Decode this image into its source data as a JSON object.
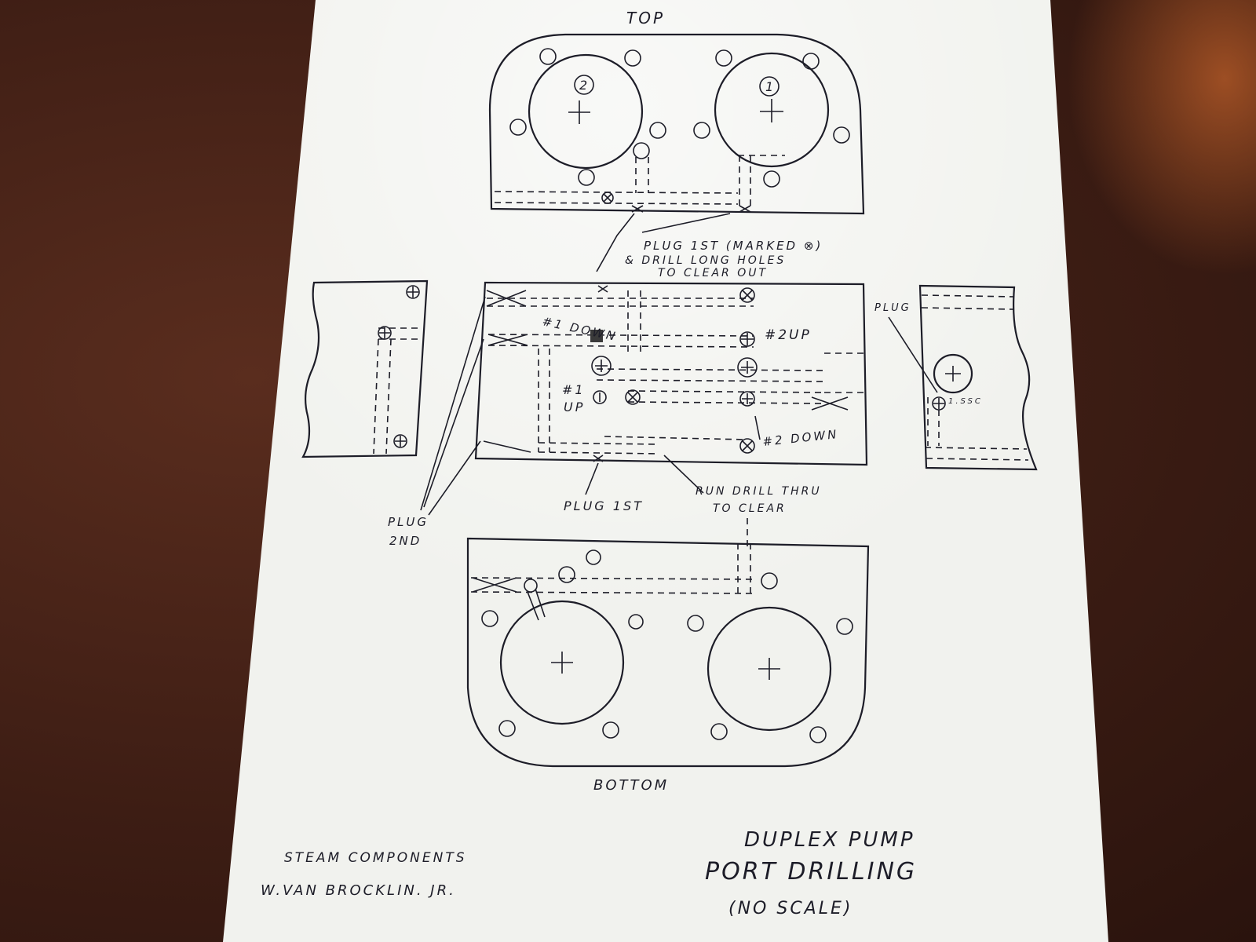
{
  "sheet": {
    "label_top": "TOP",
    "label_bottom": "BOTTOM",
    "title_line1": "DUPLEX PUMP",
    "title_line2": "PORT DRILLING",
    "title_line3": "(NO SCALE)",
    "credit_line1": "STEAM COMPONENTS",
    "credit_line2": "W.VAN BROCKLIN. JR."
  },
  "notes": {
    "plug_first_marked_l1": "PLUG 1ST (MARKED ⊗)",
    "plug_first_marked_l2": "& DRILL LONG HOLES",
    "plug_first_marked_l3": "TO CLEAR OUT",
    "one_down": "#1 DOWN",
    "two_up": "#2UP",
    "one_up_a": "#1",
    "one_up_b": "UP",
    "two_down": "#2 DOWN",
    "plug_right": "PLUG",
    "plug_right_small": "1.SSC",
    "plug_first_bottom": "PLUG 1ST",
    "run_drill_l1": "RUN DRILL THRU",
    "run_drill_l2": "TO CLEAR",
    "plug_second_l1": "PLUG",
    "plug_second_l2": "2ND"
  },
  "cylinder_numbers": {
    "left": "2",
    "right": "1"
  },
  "colors": {
    "paper": "#f3f4f0",
    "ink": "#1d1d28",
    "background": "#3d1d14"
  }
}
